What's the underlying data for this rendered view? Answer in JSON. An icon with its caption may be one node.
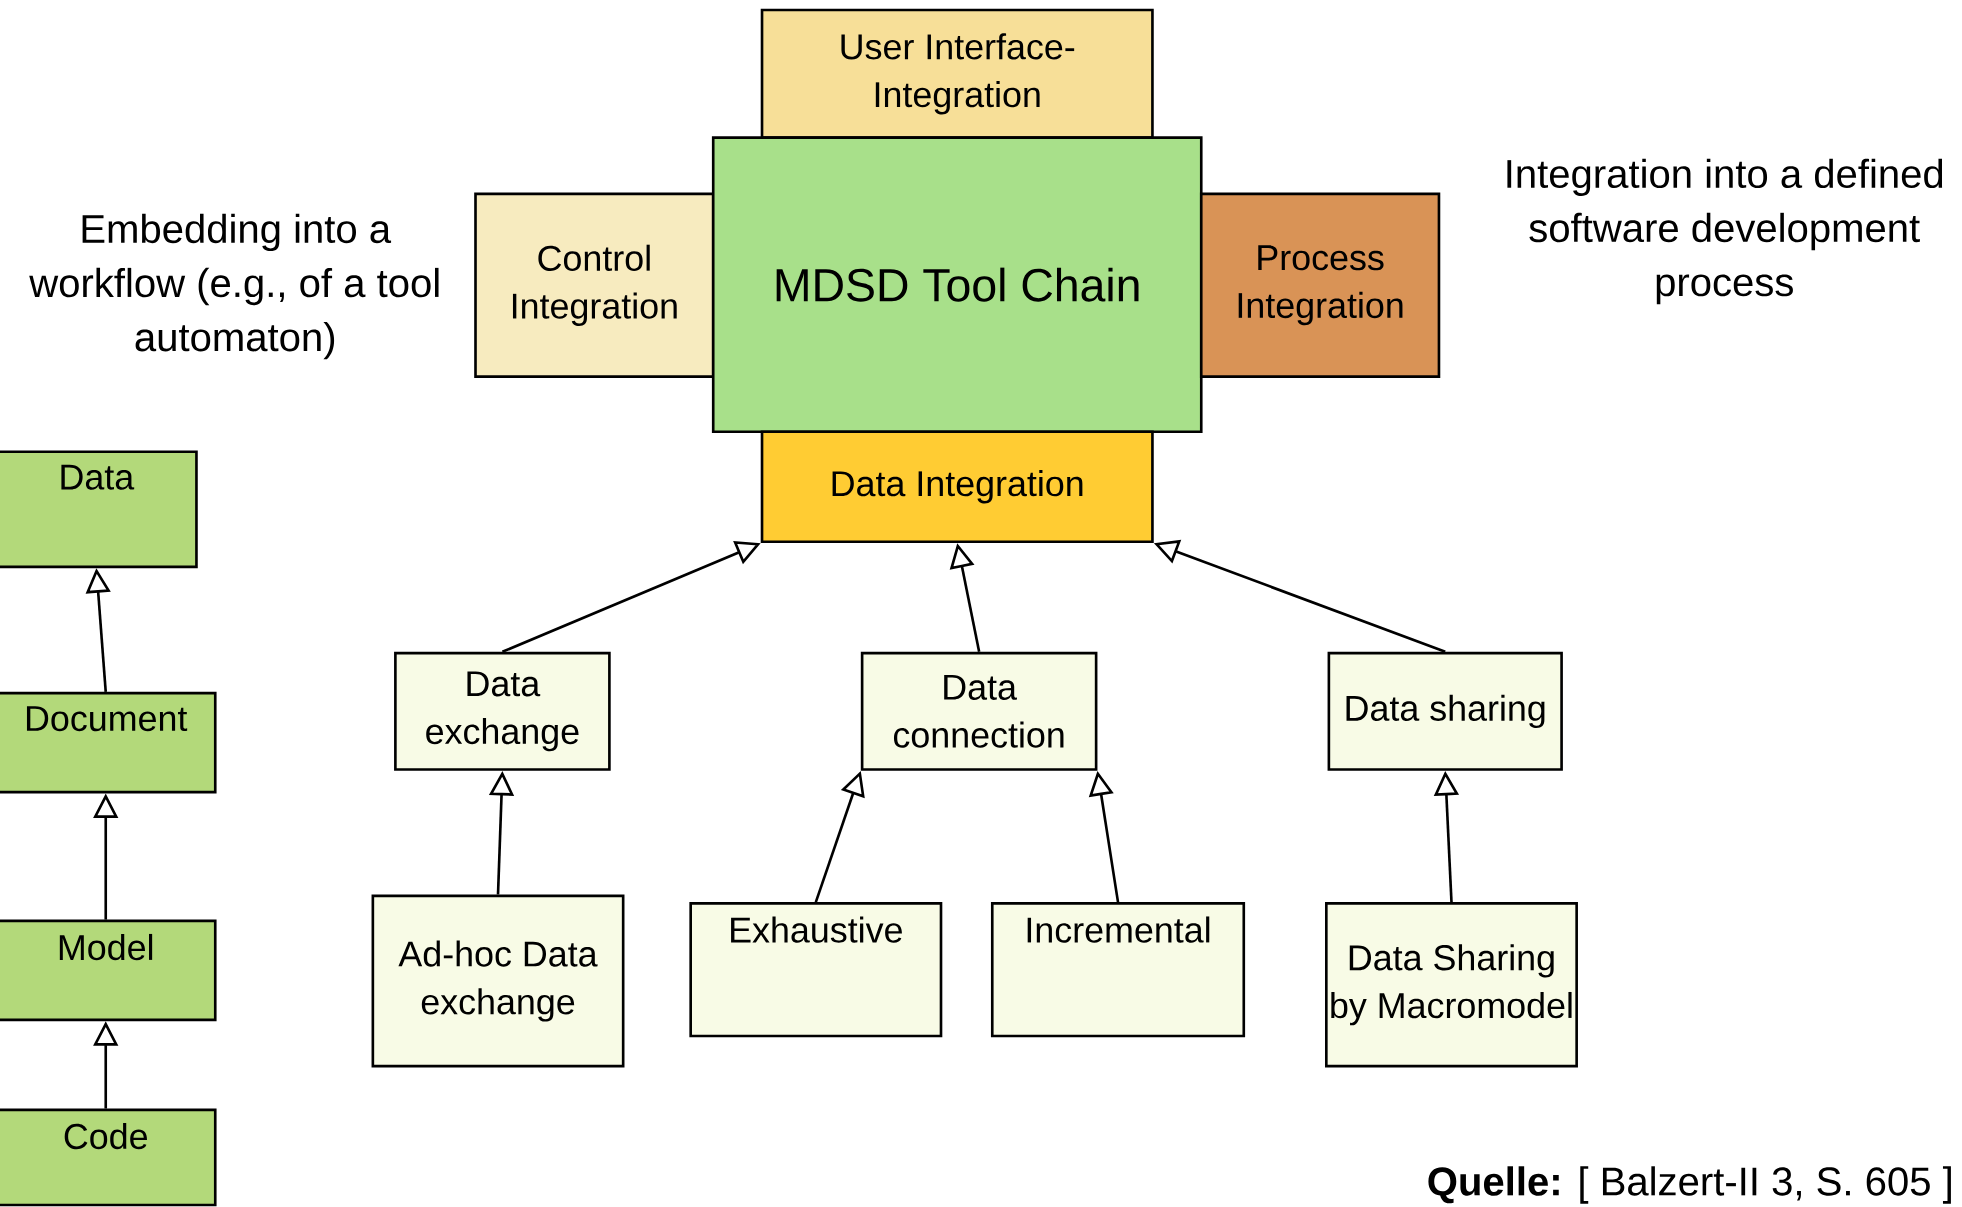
{
  "diagram": {
    "nodes": [
      {
        "text": [
          "User Interface-Integration"
        ]
      },
      {
        "text": [
          "Control Integration"
        ]
      },
      {
        "text": [
          "MDSD Tool Chain"
        ]
      },
      {
        "text": [
          "Process Integration"
        ]
      },
      {
        "text": [
          "Data Integration"
        ]
      },
      {
        "text": [
          "Data exchange"
        ]
      },
      {
        "text": [
          "Data connection"
        ]
      },
      {
        "text": [
          "Data sharing"
        ]
      },
      {
        "text": [
          "Ad-hoc Data exchange"
        ]
      },
      {
        "text": [
          "Exhaustive"
        ]
      },
      {
        "text": [
          "Incremental"
        ]
      },
      {
        "text": [
          "Data Sharing by Macromodel"
        ]
      },
      {
        "text": [
          "Data"
        ]
      },
      {
        "text": [
          "Document"
        ]
      },
      {
        "text": [
          "Model"
        ]
      },
      {
        "text": [
          "Code"
        ]
      }
    ],
    "edges": [
      {
        "from": 5,
        "to": 4,
        "arrow": "to"
      },
      {
        "from": 6,
        "to": 4,
        "arrow": "to"
      },
      {
        "from": 7,
        "to": 4,
        "arrow": "to"
      },
      {
        "from": 8,
        "to": 5,
        "arrow": "to"
      },
      {
        "from": 9,
        "to": 6,
        "arrow": "to"
      },
      {
        "from": 10,
        "to": 6,
        "arrow": "to"
      },
      {
        "from": 11,
        "to": 7,
        "arrow": "to"
      },
      {
        "from": 13,
        "to": 12,
        "arrow": "to"
      },
      {
        "from": 14,
        "to": 13,
        "arrow": "to"
      },
      {
        "from": 15,
        "to": 14,
        "arrow": "to"
      }
    ],
    "labels": [
      "Embedding into a workflow (e.g., of a tool automaton)",
      "Integration into a defined software development process",
      "**Quelle:**  [ Balzert-II 3, S. 605 ]"
    ]
  }
}
